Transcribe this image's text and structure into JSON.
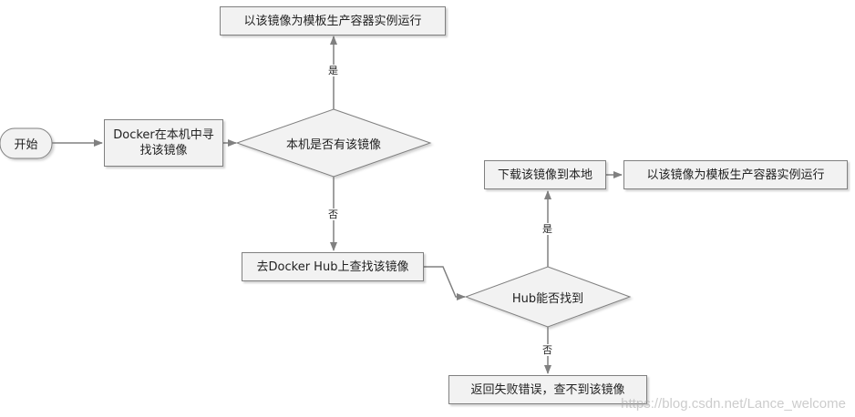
{
  "nodes": {
    "start": "开始",
    "docker_local_search": "Docker在本机中寻找该镜像",
    "local_has_image": "本机是否有该镜像",
    "run_container_top": "以该镜像为模板生产容器实例运行",
    "search_hub": "去Docker Hub上查找该镜像",
    "hub_found": "Hub能否找到",
    "download_image": "下载该镜像到本地",
    "run_container_right": "以该镜像为模板生产容器实例运行",
    "error_not_found": "返回失败错误，查不到该镜像"
  },
  "edge_labels": {
    "local_yes": "是",
    "local_no": "否",
    "hub_yes": "是",
    "hub_no": "否"
  },
  "watermark": "https://blog.csdn.net/Lance_welcome"
}
